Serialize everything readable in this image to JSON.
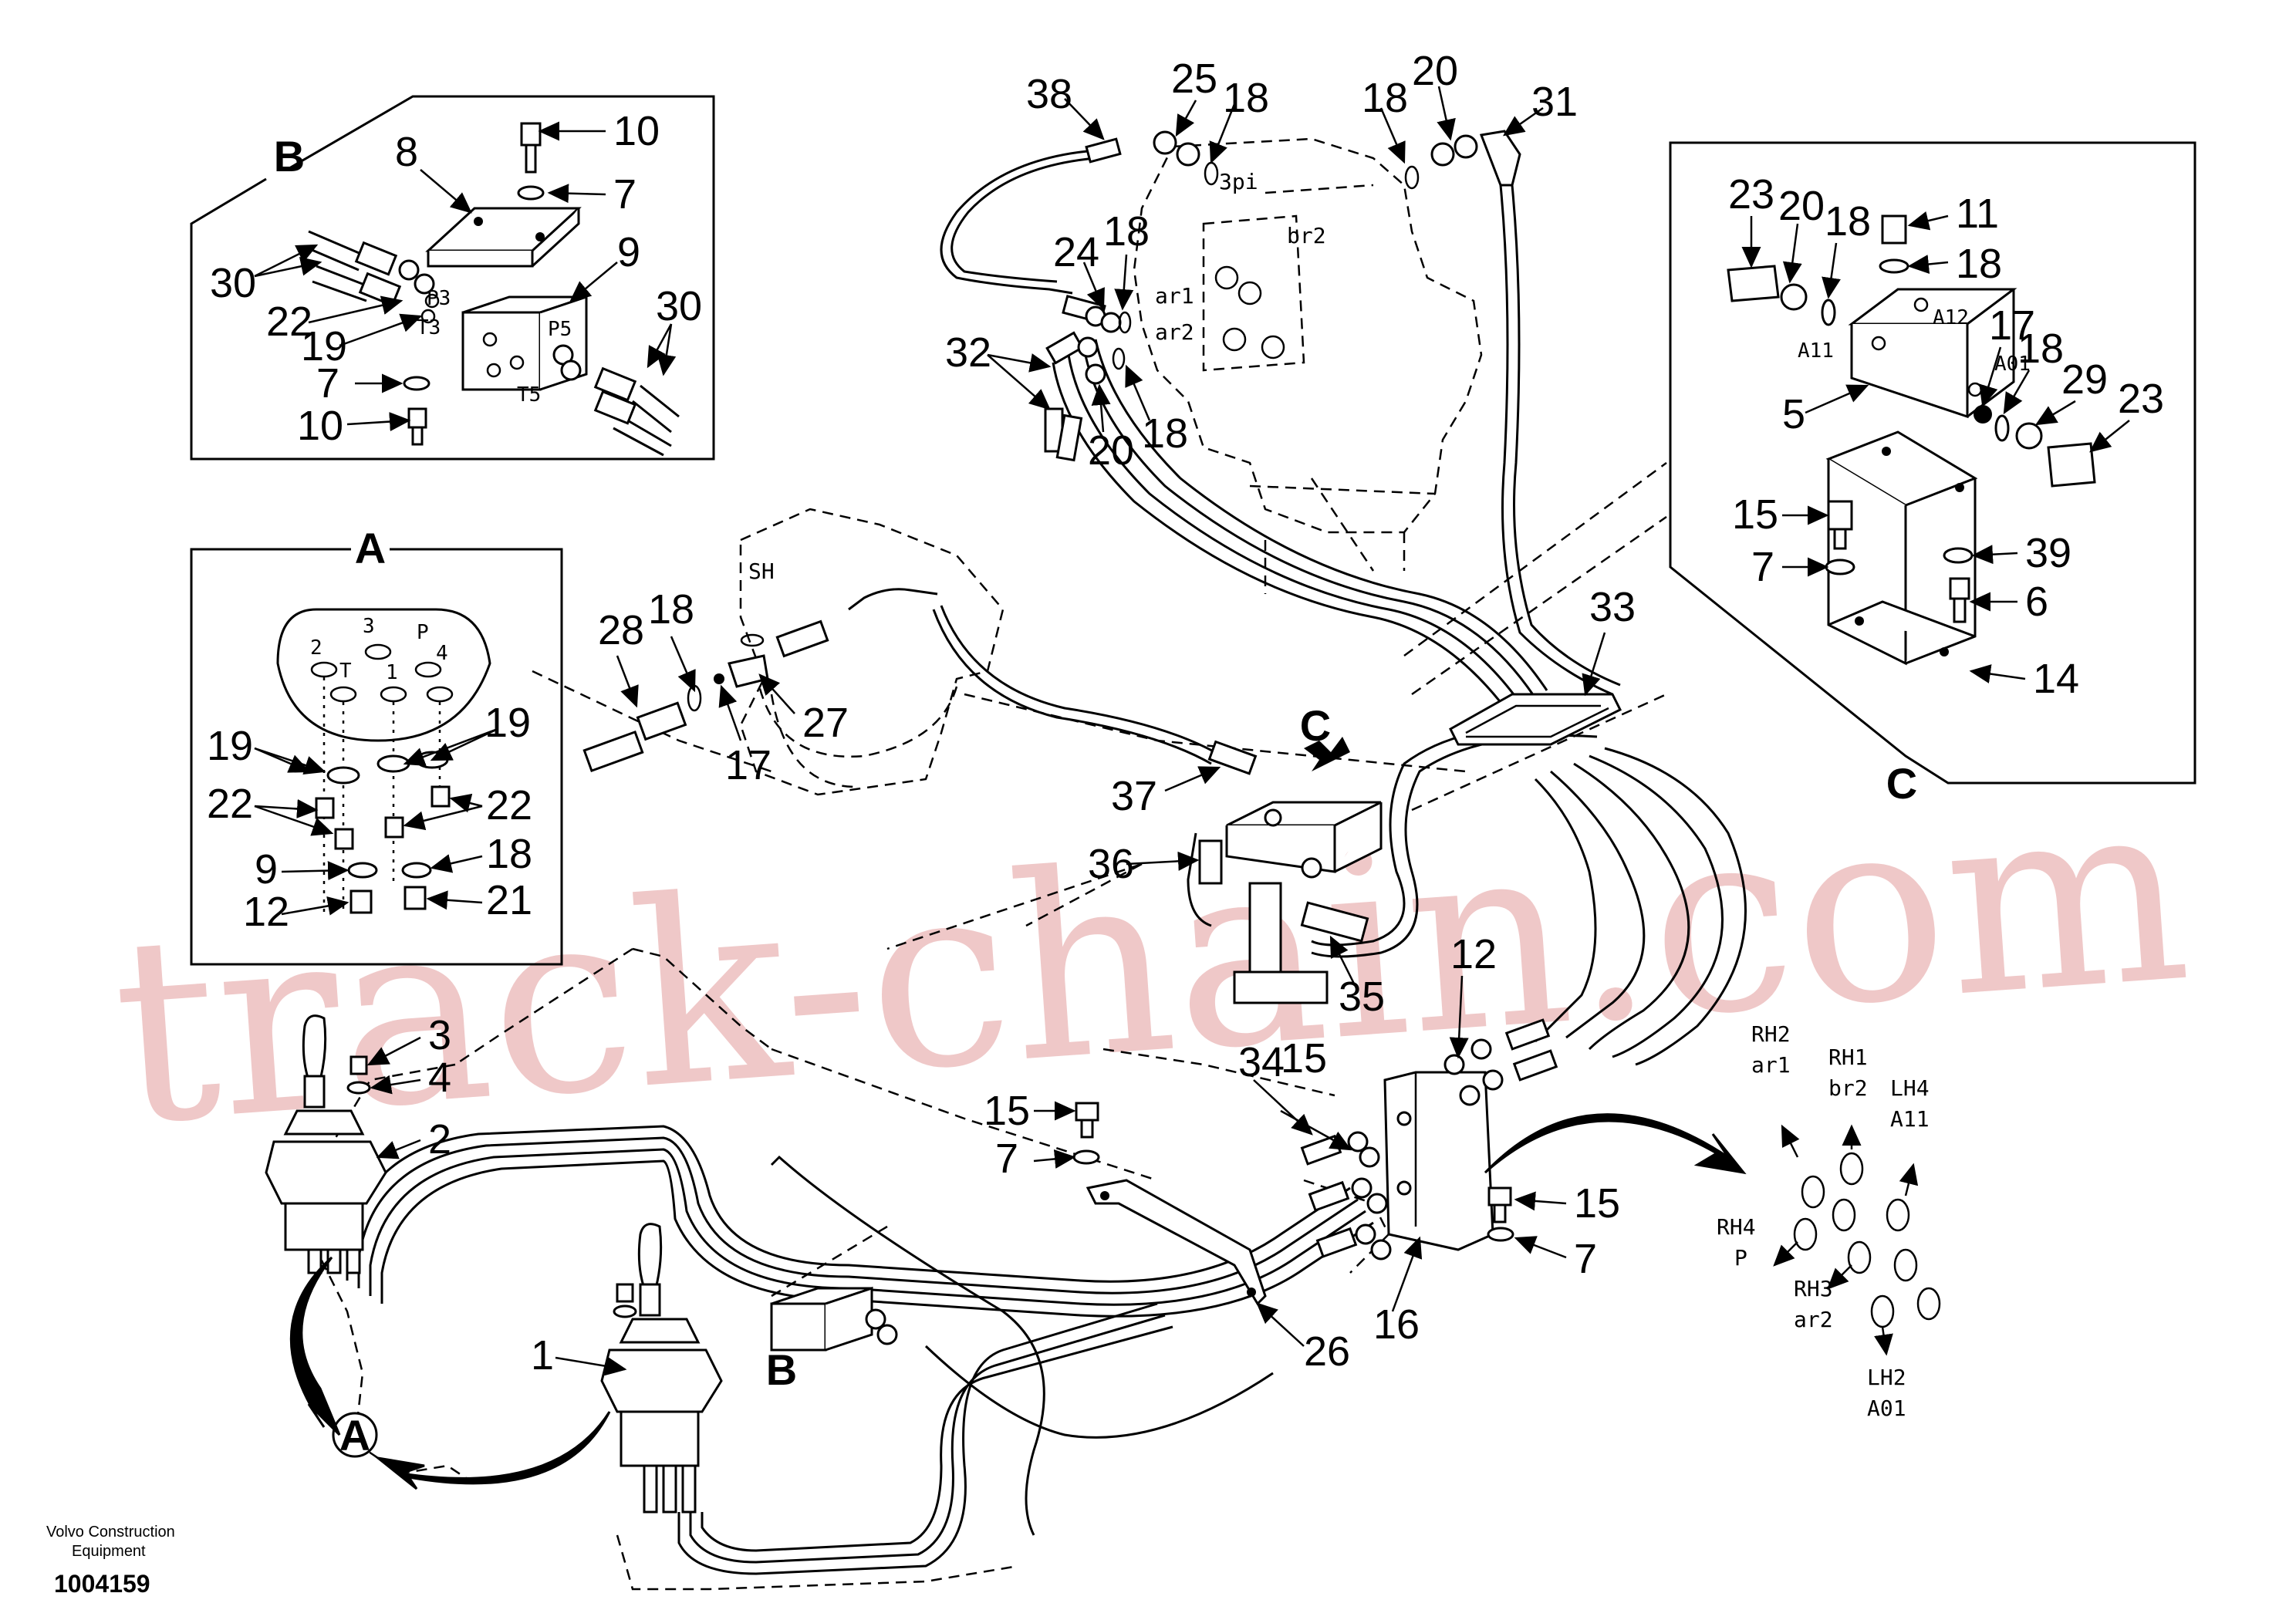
{
  "brand": "Volvo Construction Equipment",
  "brand_line1": "Volvo Construction",
  "brand_line2": "Equipment",
  "drawing_number": "1004159",
  "watermark": "track-chain.com",
  "details": {
    "A": {
      "letter": "A",
      "ports": [
        "2",
        "3",
        "P",
        "T",
        "1",
        "4"
      ]
    },
    "B": {
      "letter": "B",
      "ports": [
        "P3",
        "T3",
        "P5",
        "T5"
      ]
    },
    "C": {
      "letter": "C",
      "ports": [
        "A12",
        "A11",
        "A01"
      ]
    }
  },
  "main_labels": {
    "A": "A",
    "B": "B",
    "C": "C"
  },
  "valve_ports": [
    "3pi",
    "br2",
    "ar1",
    "ar2",
    "SH"
  ],
  "hose_map": [
    {
      "line1": "RH2",
      "line2": "ar1"
    },
    {
      "line1": "RH1",
      "line2": "br2"
    },
    {
      "line1": "LH4",
      "line2": "A11"
    },
    {
      "line1": "RH4",
      "line2": "P"
    },
    {
      "line1": "RH3",
      "line2": "ar2"
    },
    {
      "line1": "LH2",
      "line2": "A01"
    }
  ],
  "callouts": [
    "10",
    "7",
    "8",
    "9",
    "30",
    "22",
    "19",
    "7",
    "10",
    "30",
    "19",
    "19",
    "22",
    "22",
    "18",
    "9",
    "21",
    "12",
    "3",
    "4",
    "2",
    "1",
    "38",
    "25",
    "18",
    "20",
    "18",
    "31",
    "24",
    "18",
    "32",
    "20",
    "18",
    "28",
    "18",
    "17",
    "27",
    "23",
    "20",
    "18",
    "11",
    "18",
    "17",
    "18",
    "29",
    "23",
    "5",
    "15",
    "7",
    "39",
    "6",
    "14",
    "33",
    "37",
    "36",
    "35",
    "12",
    "15",
    "34",
    "15",
    "7",
    "26",
    "16",
    "15",
    "7"
  ]
}
